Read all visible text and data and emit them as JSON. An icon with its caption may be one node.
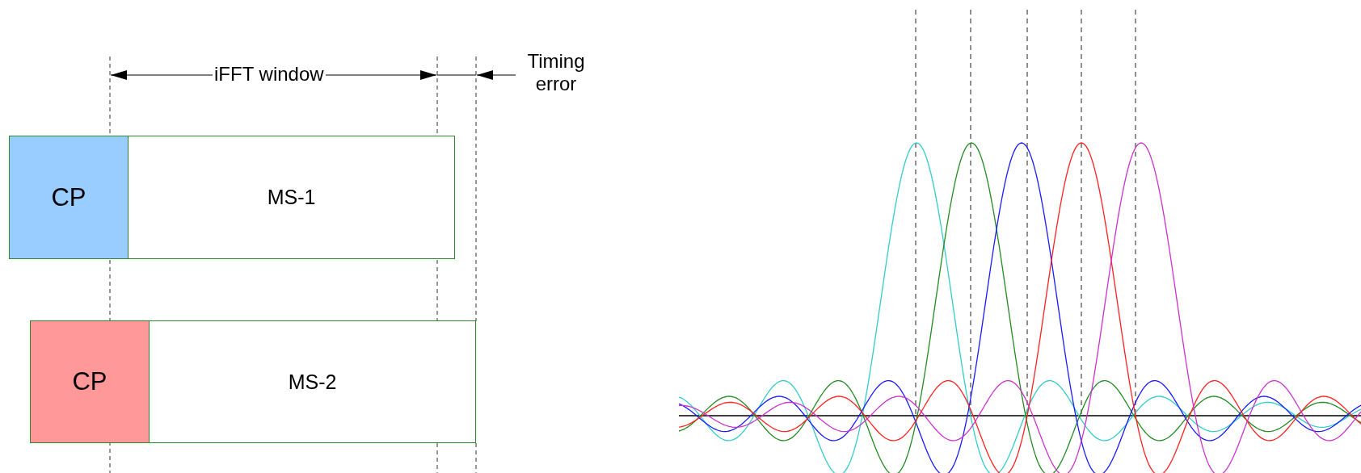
{
  "diagram": {
    "nodes": [
      {
        "text": [
          "CP"
        ]
      },
      {
        "text": [
          "MS-1"
        ]
      },
      {
        "text": [
          "CP"
        ]
      },
      {
        "text": [
          "MS-2"
        ]
      }
    ],
    "labels": [
      "iFFT window",
      "Timing error"
    ]
  }
}
